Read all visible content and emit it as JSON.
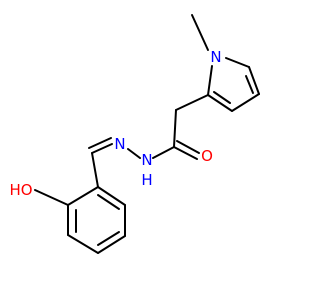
{
  "molecule": {
    "atoms": {
      "methyl_n": "N",
      "oxygen_carbonyl": "O",
      "n_hydrazone": "N",
      "nh": "N",
      "nh_h": "H",
      "hydroxyl": "HO"
    }
  },
  "colors": {
    "bond": "#000000",
    "nitrogen": "#0000ff",
    "oxygen": "#ff0000"
  }
}
